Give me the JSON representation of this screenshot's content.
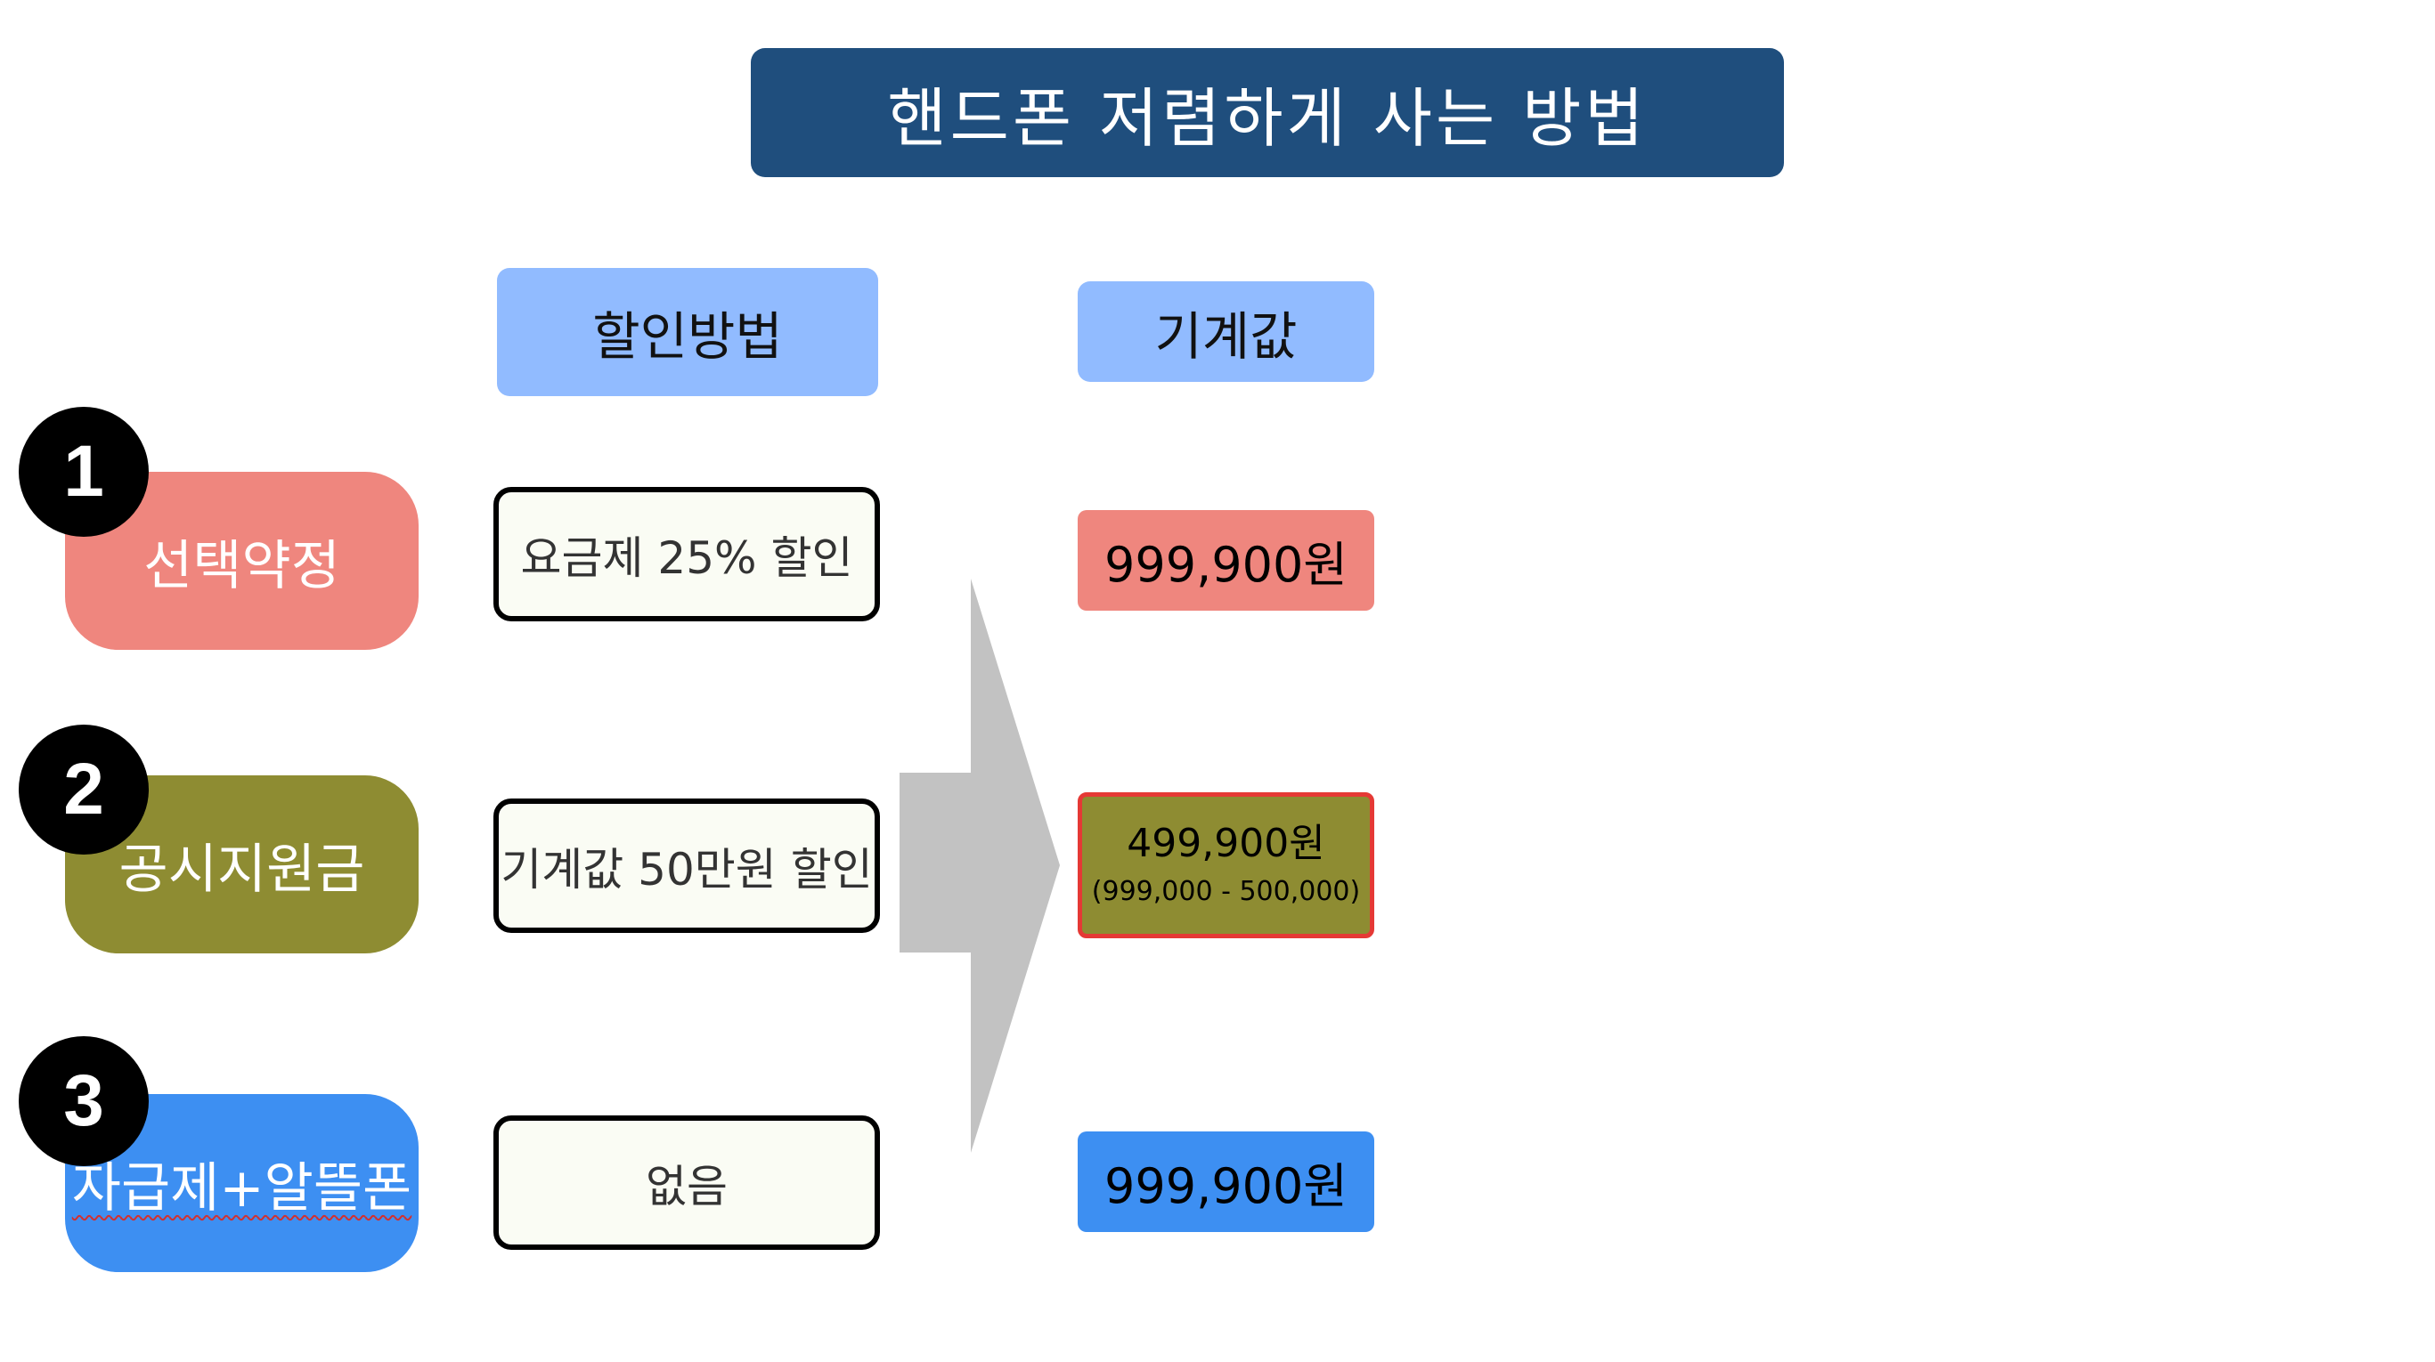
{
  "title": "핸드폰 저렴하게 사는 방법",
  "headers": {
    "method": "할인방법",
    "price": "기계값"
  },
  "rows": [
    {
      "number": "1",
      "name": "선택약정",
      "method": "요금제 25% 할인",
      "price": "999,900원",
      "color": "#ef867e"
    },
    {
      "number": "2",
      "name": "공시지원금",
      "method": "기계값 50만원 할인",
      "price": "499,900원",
      "price_detail": "(999,000 - 500,000)",
      "color": "#8e8c32"
    },
    {
      "number": "3",
      "name": "자급제+알뜰폰",
      "method": "없음",
      "price": "999,900원",
      "color": "#3d8ff2"
    }
  ],
  "colors": {
    "title_bg": "#1f4e7d",
    "header_bg": "#91bbff",
    "arrow": "#c2c2c2",
    "highlight_border": "#e53935"
  }
}
